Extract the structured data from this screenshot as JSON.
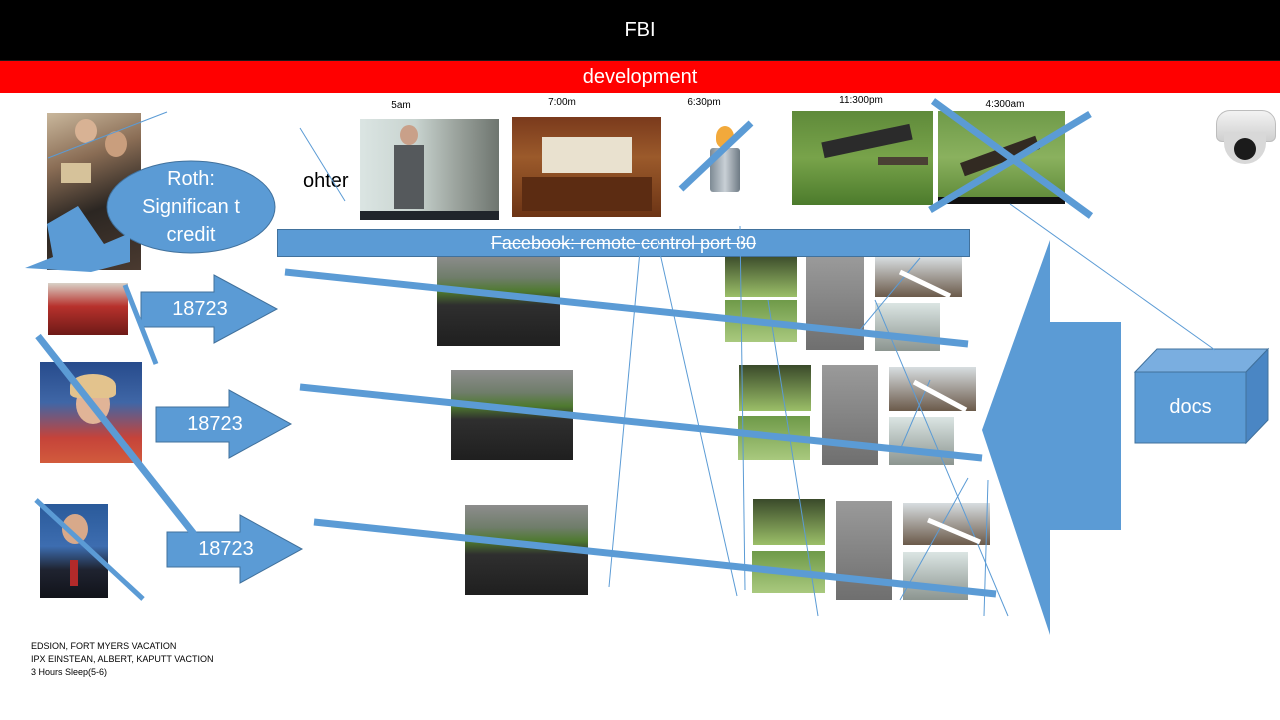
{
  "header": {
    "title": "FBI"
  },
  "subheader": {
    "label": "development"
  },
  "timeline": {
    "times": [
      "5am",
      "7:00m",
      "6:30pm",
      "11:300pm",
      "4:300am"
    ]
  },
  "ohter_label": "ohter",
  "roth_bubble": "Roth: Significan t credit",
  "facebook_banner": "Facebook: remote control port 80",
  "arrows": [
    "18723",
    "18723",
    "18723"
  ],
  "docs_label": "docs",
  "notes": [
    "EDSION, FORT MYERS VACATION",
    "IPX EINSTEAN, ALBERT, KAPUTT VACTION",
    "3 Hours Sleep(5-6)"
  ],
  "colors": {
    "accent": "#5b9bd5",
    "header_bg": "#000000",
    "subheader_bg": "#ff0000"
  }
}
